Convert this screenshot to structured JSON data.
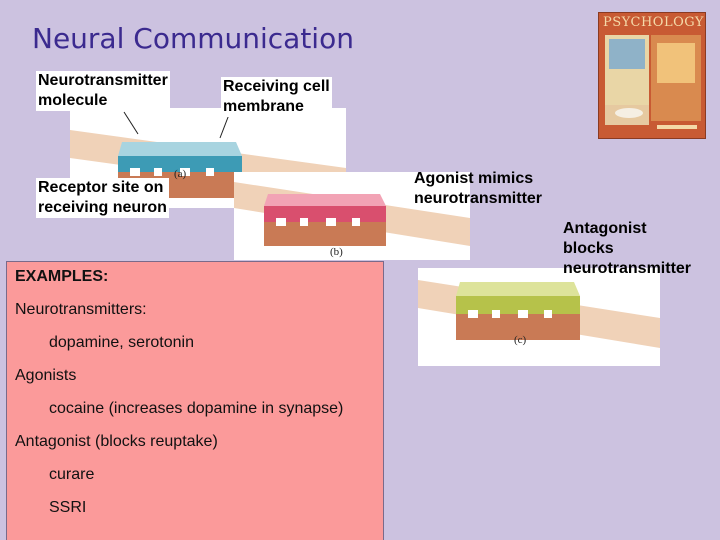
{
  "slide": {
    "title": "Neural Communication"
  },
  "labels": {
    "neurotransmitter_molecule": [
      "Neurotransmitter",
      "molecule"
    ],
    "receiving_membrane": [
      "Receiving cell",
      "membrane"
    ],
    "receptor_site": [
      "Receptor site on",
      "receiving neuron"
    ],
    "agonist": [
      "Agonist mimics",
      "neurotransmitter"
    ],
    "antagonist": [
      "Antagonist",
      "blocks",
      "neurotransmitter"
    ]
  },
  "captions": {
    "a": "(a)",
    "b": "(b)",
    "c": "(c)"
  },
  "examples": {
    "heading": "EXAMPLES:",
    "neurotransmitters_label": "Neurotransmitters:",
    "neurotransmitters_list": "dopamine, serotonin",
    "agonists_label": "Agonists",
    "agonists_item": "cocaine (increases dopamine in synapse)",
    "antagonist_label": "Antagonist (blocks reuptake)",
    "antagonist_item1": "curare",
    "antagonist_item2": "SSRI"
  },
  "book": {
    "title": "PSYCHOLOGY"
  },
  "colors": {
    "background": "#ccc2e0",
    "title": "#3b2a8f",
    "examples_box": "#fb9a9a",
    "molecule_a": "#3d9bb5",
    "molecule_b": "#d94f6e",
    "molecule_c": "#b6c24a",
    "receptor": "#c97a55"
  }
}
